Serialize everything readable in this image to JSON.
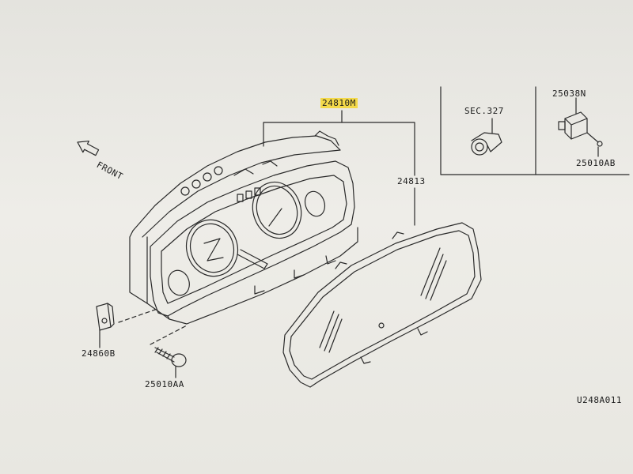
{
  "labels": {
    "cluster_assembly": "24810M",
    "front_lens": "24813",
    "bracket": "24860B",
    "screw_front": "25010AA",
    "section_ref": "SEC.327",
    "sensor": "25038N",
    "screw_sensor": "25010AB",
    "direction": "FRONT",
    "diagram_code": "U248A011"
  },
  "colors": {
    "highlight": "#f3d94a",
    "line": "#2a2a2a",
    "paper": "#eeede8"
  }
}
